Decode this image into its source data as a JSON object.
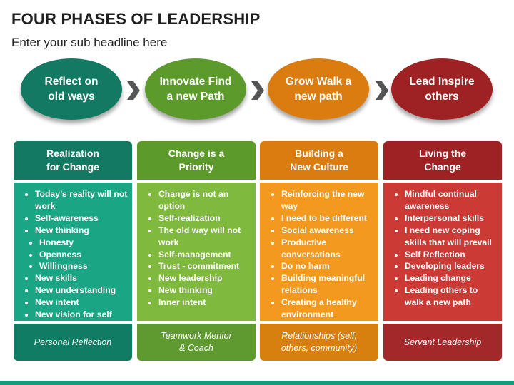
{
  "title": "FOUR PHASES OF LEADERSHIP",
  "subtitle": "Enter your sub headline here",
  "colors": {
    "teal": "#127a62",
    "teal_light": "#1aa585",
    "teal_footer": "#107c64",
    "green": "#5d9a2c",
    "green_light": "#7fba3f",
    "green_footer": "#5f9a31",
    "orange": "#db7c10",
    "orange_light": "#f39a1e",
    "orange_footer": "#d7800f",
    "red": "#9e2224",
    "red_light": "#cc3a35",
    "red_footer": "#a3282a",
    "arrow": "#555555"
  },
  "phases": [
    {
      "oval": "Reflect  on\nold ways",
      "header": "Realization\nfor Change",
      "items": [
        "Today’s reality will not work",
        "Self-awareness",
        "New thinking",
        "Honesty",
        "Openness",
        "Willingness",
        "New skills",
        "New understanding",
        "New intent",
        "New vision for self"
      ],
      "indented": [
        3,
        4,
        5
      ],
      "footer": "Personal Reflection"
    },
    {
      "oval": "Innovate Find\na new Path",
      "header": "Change is a\nPriority",
      "items": [
        "Change is not an option",
        "Self-realization",
        "The old way will not work",
        "Self-management",
        "Trust - commitment",
        "New leadership",
        "New thinking",
        "Inner intent"
      ],
      "indented": [],
      "footer": "Teamwork Mentor\n& Coach"
    },
    {
      "oval": "Grow  Walk a\nnew path",
      "header": "Building a\nNew Culture",
      "items": [
        "Reinforcing the new way",
        "I need to be different",
        "Social awareness",
        "Productive conversations",
        "Do no harm",
        "Building meaningful relations",
        "Creating a healthy environment"
      ],
      "indented": [],
      "footer": "Relationships (self,\nothers, community)"
    },
    {
      "oval": "Lead  Inspire\nothers",
      "header": "Living the\nChange",
      "items": [
        "Mindful continual awareness",
        "Interpersonal skills",
        "I need new coping skills that will prevail",
        "Self Reflection",
        "Developing leaders",
        "Leading change",
        "Leading others to walk a new path"
      ],
      "indented": [],
      "footer": "Servant Leadership"
    }
  ]
}
